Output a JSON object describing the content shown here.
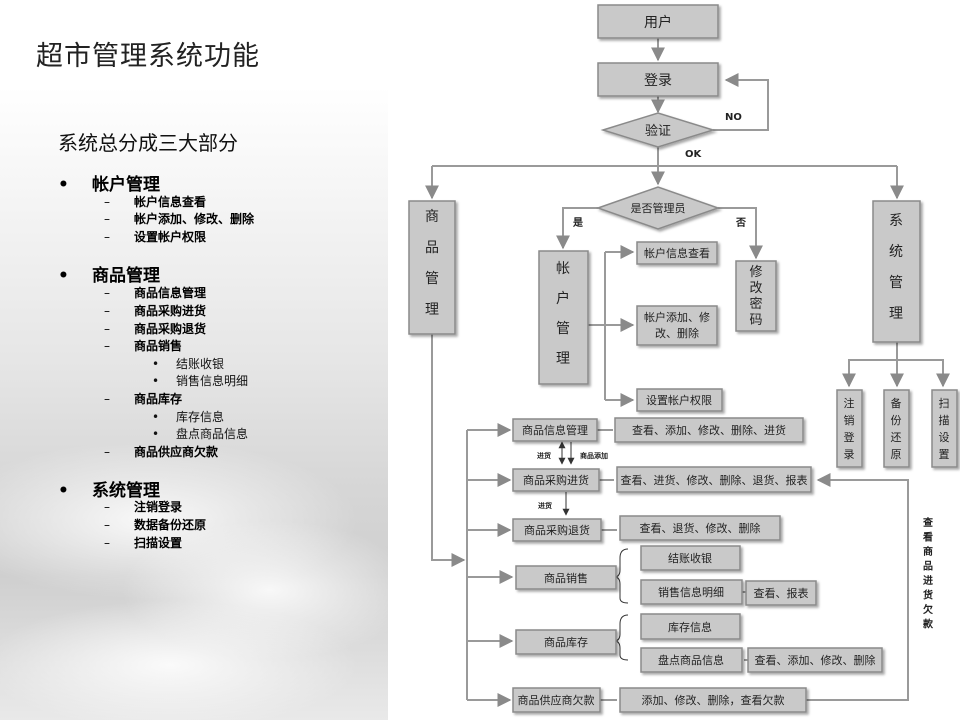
{
  "slide": {
    "title": "超市管理系统功能",
    "subtitle": "系统总分成三大部分",
    "sections": [
      {
        "label": "帐户管理",
        "items": [
          {
            "label": "帐户信息查看"
          },
          {
            "label": "帐户添加、修改、删除"
          },
          {
            "label": "设置帐户权限"
          }
        ]
      },
      {
        "label": "商品管理",
        "items": [
          {
            "label": "商品信息管理"
          },
          {
            "label": "商品采购进货"
          },
          {
            "label": "商品采购退货"
          },
          {
            "label": "商品销售",
            "subitems": [
              "结账收银",
              "销售信息明细"
            ]
          },
          {
            "label": "商品库存",
            "subitems": [
              "库存信息",
              "盘点商品信息"
            ]
          },
          {
            "label": "商品供应商欠款"
          }
        ]
      },
      {
        "label": "系统管理",
        "items": [
          {
            "label": "注销登录"
          },
          {
            "label": "数据备份还原"
          },
          {
            "label": "扫描设置"
          }
        ]
      }
    ]
  },
  "flow": {
    "user": "用户",
    "login": "登录",
    "verify": "验证",
    "no": "NO",
    "ok": "OK",
    "is_admin": "是否管理员",
    "yes": "是",
    "deny": "否",
    "goods_mgmt": "商\n品\n管\n理",
    "account_mgmt": "帐\n户\n管\n理",
    "change_pwd": "修\n改\n密\n码",
    "system_mgmt": "系\n统\n管\n理",
    "acc_view": "帐户信息查看",
    "acc_edit": "帐户添加、修\n改、删除",
    "acc_perm": "设置帐户权限",
    "sys_logout": "注\n销\n登\n录",
    "sys_backup": "备\n份\n还\n原",
    "sys_scan": "扫\n描\n设\n置",
    "goods_info": "商品信息管理",
    "goods_info_ops": "查看、添加、修改、删除、进货",
    "purchase": "商品采购进货",
    "purchase_ops": "查看、进货、修改、删除、退货、报表",
    "return": "商品采购退货",
    "return_ops": "查看、退货、修改、删除",
    "sales": "商品销售",
    "checkout": "结账收银",
    "sales_detail": "销售信息明细",
    "sales_detail_ops": "查看、报表",
    "stock": "商品库存",
    "stock_info": "库存信息",
    "stock_check": "盘点商品信息",
    "stock_check_ops": "查看、添加、修改、删除",
    "supplier": "商品供应商欠款",
    "supplier_ops": "添加、修改、删除，查看欠款",
    "lbl_jinhuo1": "进货",
    "lbl_add": "商品添加",
    "lbl_jinhuo2": "进货",
    "side_note": "查\n看\n商\n品\n进\n货\n欠\n款"
  },
  "colors": {
    "box_fill": "#c9c9c9",
    "box_stroke": "#8a8a8a",
    "line": "#9a9a9a"
  }
}
